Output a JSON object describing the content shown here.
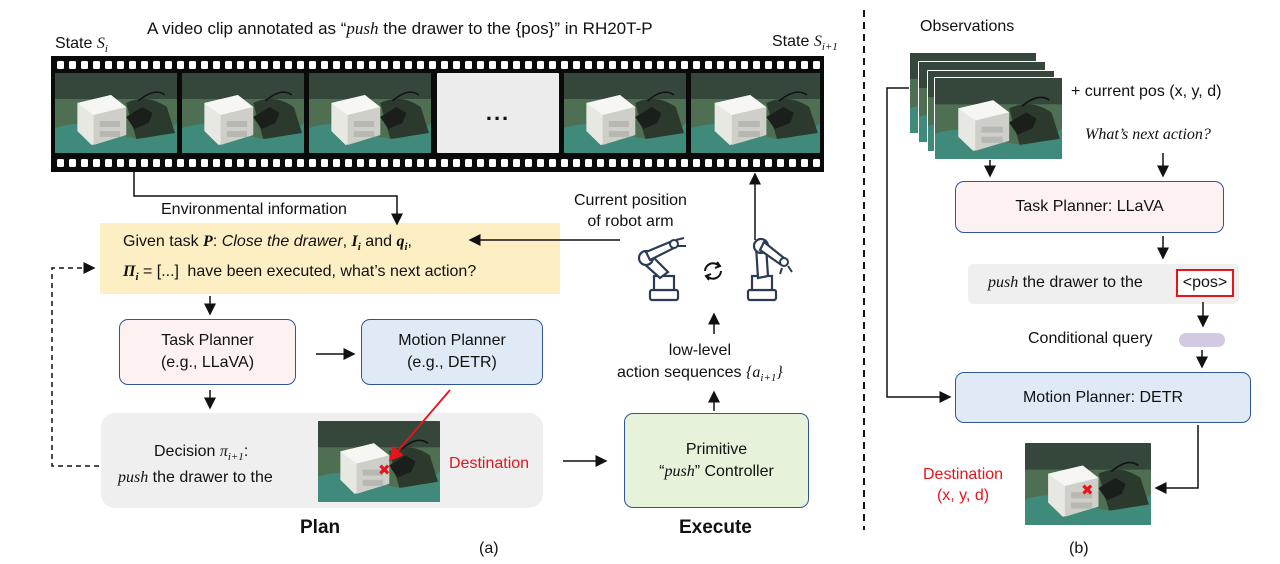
{
  "panel_a": {
    "video_title_prefix": "A video clip annotated as “",
    "video_title_verb": "push",
    "video_title_suffix": " the drawer to the {pos}” in RH20T-P",
    "state_left_label": "State ",
    "state_left_var": "S",
    "state_left_sub": "i",
    "state_right_label": "State ",
    "state_right_var": "S",
    "state_right_sub": "i+1",
    "ellipsis_frame": "...",
    "env_info": "Environmental information",
    "prompt_given_task": "Given task ",
    "prompt_P": "P",
    "prompt_colon": ": ",
    "prompt_task_text": "Close the drawer",
    "prompt_comma": ", ",
    "prompt_I": "I",
    "prompt_I_sub": "i",
    "prompt_and": " and ",
    "prompt_q": "q",
    "prompt_q_sub": "i",
    "prompt_end_comma": ",",
    "prompt_Pi": "Π",
    "prompt_Pi_sub": "i",
    "prompt_list": " = [...] ",
    "prompt_executed": "have been executed, what’s next action?",
    "current_position_line1": "Current position",
    "current_position_line2": "of robot arm",
    "task_planner_line1": "Task Planner",
    "task_planner_line2": "(e.g., LLaVA)",
    "motion_planner_line1": "Motion Planner",
    "motion_planner_line2": "(e.g., DETR)",
    "decision_label": "Decision ",
    "decision_var": "π",
    "decision_sub": "i+1",
    "decision_colon": ":",
    "decision_verb": "push",
    "decision_text": " the drawer to the",
    "destination_label": "Destination",
    "low_level_line1": "low-level",
    "low_level_line2": "action sequences ",
    "low_level_var": "{a",
    "low_level_sub": "i+1",
    "low_level_close": "}",
    "primitive_line1": "Primitive",
    "primitive_quote_open": "“",
    "primitive_verb": "push",
    "primitive_quote_close": "” Controller",
    "plan_label": "Plan",
    "execute_label": "Execute",
    "caption": "(a)"
  },
  "panel_b": {
    "observations": "Observations",
    "current_pos": "+ current pos (x, y, d)",
    "whats_next": "What’s next action?",
    "task_planner": "Task Planner: LLaVA",
    "push_verb": "push",
    "push_text": " the drawer to the ",
    "pos_token": "<pos>",
    "conditional_query": "Conditional query",
    "motion_planner": "Motion Planner: DETR",
    "destination_line1": "Destination",
    "destination_line2": "(x, y, d)",
    "caption": "(b)"
  },
  "colors": {
    "accent_red": "#e8141b",
    "box_border": "#2f5597",
    "task_planner_fill": "#fdf1f1",
    "motion_planner_fill": "#dfeaf6",
    "controller_fill": "#e6f3da",
    "prompt_fill": "#fdeec4",
    "decision_fill": "#efefef",
    "query_token": "#d3c9e3"
  }
}
